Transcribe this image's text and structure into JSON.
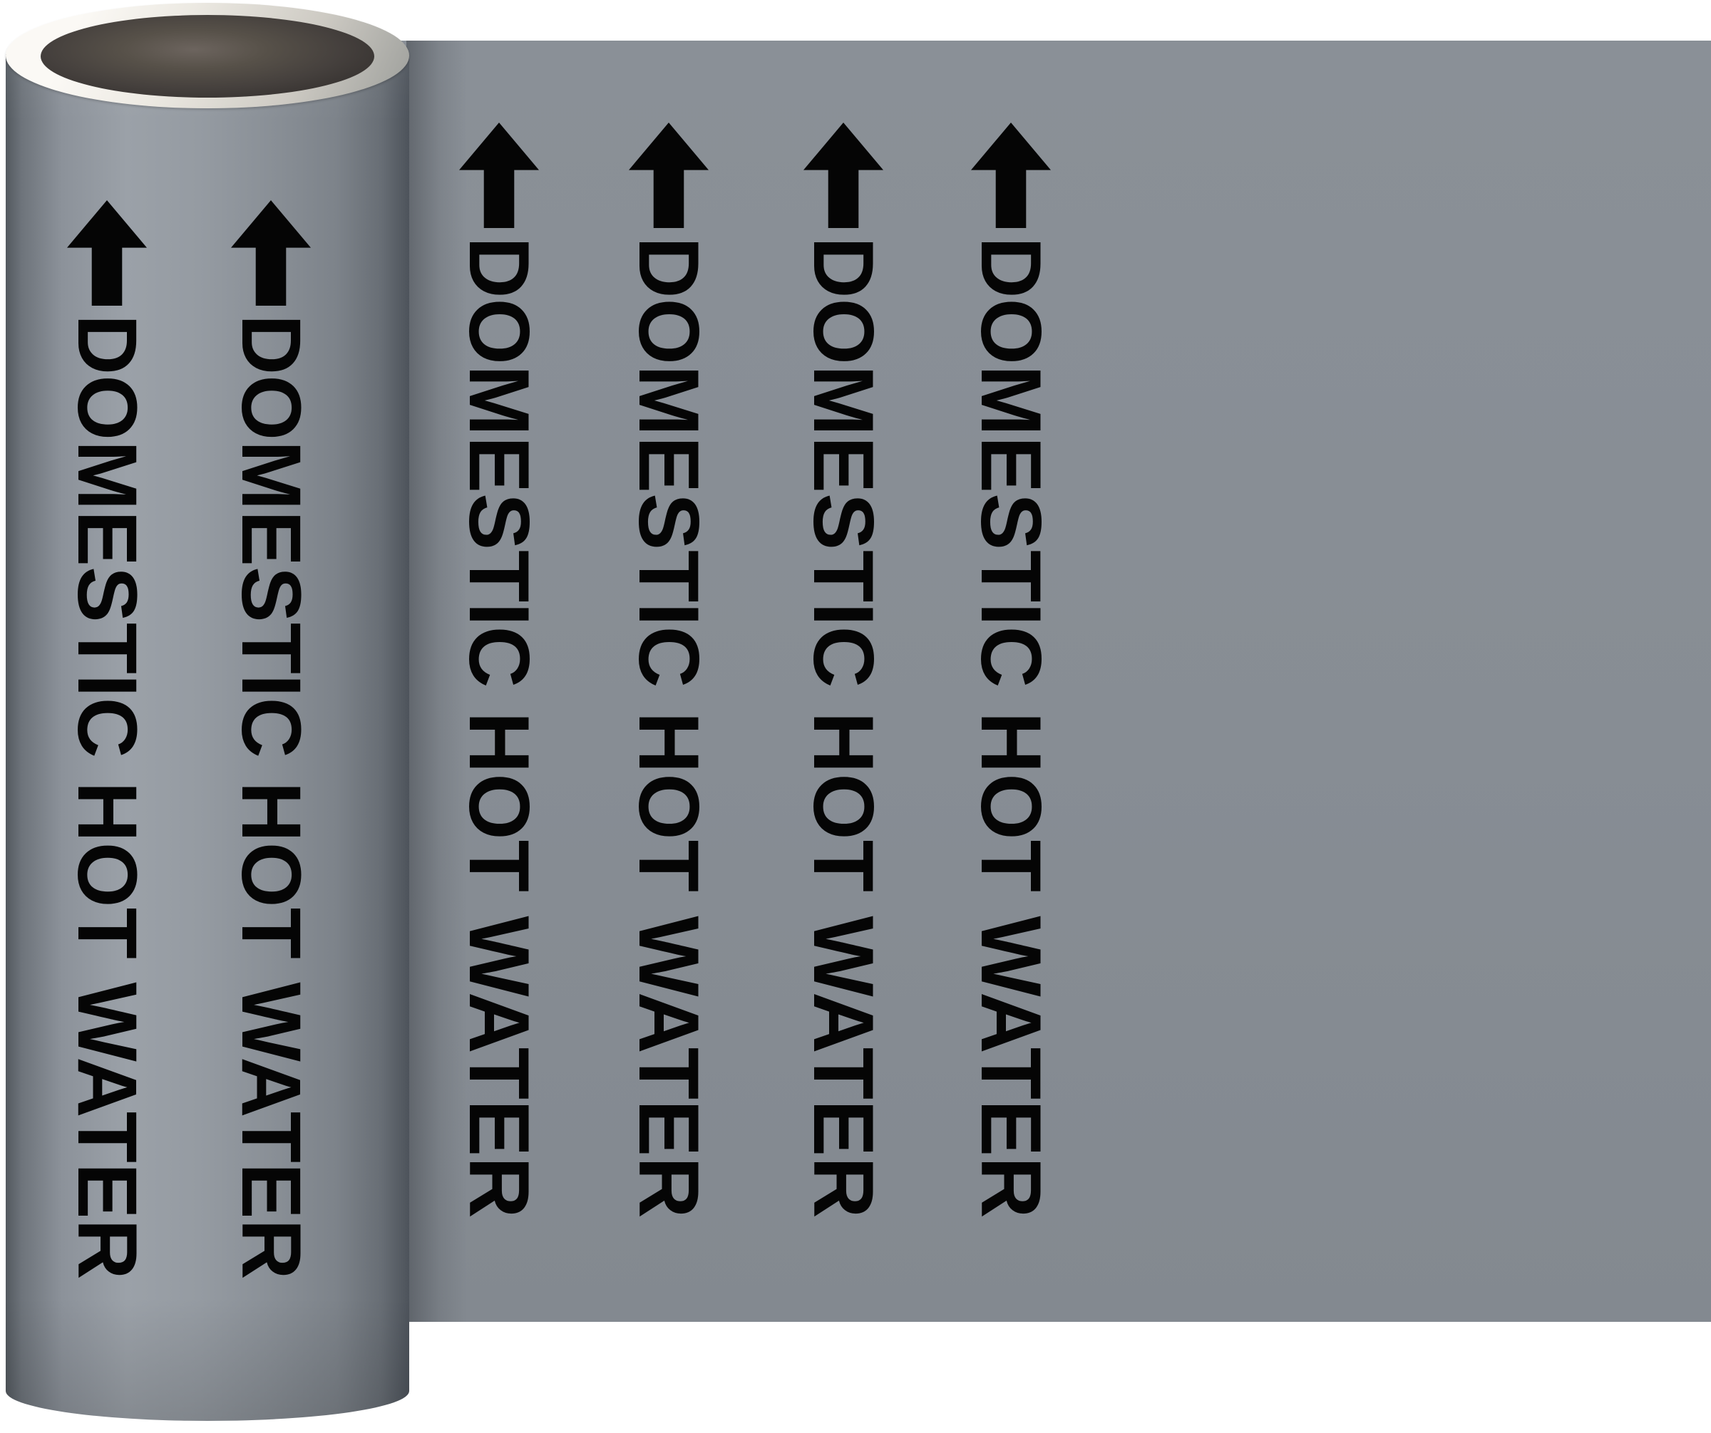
{
  "product": {
    "kind": "pipe-marker-tape-roll",
    "label": "DOMESTIC HOT WATER",
    "arrow_icon": "up-arrow",
    "colors": {
      "tape_gray": "#878D94",
      "print_black": "#050505",
      "core_dark": "#45403D",
      "tape_edge_white": "#F4F2EC"
    }
  },
  "tape": {
    "roll_columns": [
      {
        "text": "DOMESTIC HOT WATER"
      },
      {
        "text": "DOMESTIC HOT WATER"
      }
    ],
    "flat_columns": [
      {
        "text": "DOMESTIC HOT WATER"
      },
      {
        "text": "DOMESTIC HOT WATER"
      },
      {
        "text": "DOMESTIC HOT WATER"
      },
      {
        "text": "DOMESTIC HOT WATER"
      }
    ]
  }
}
